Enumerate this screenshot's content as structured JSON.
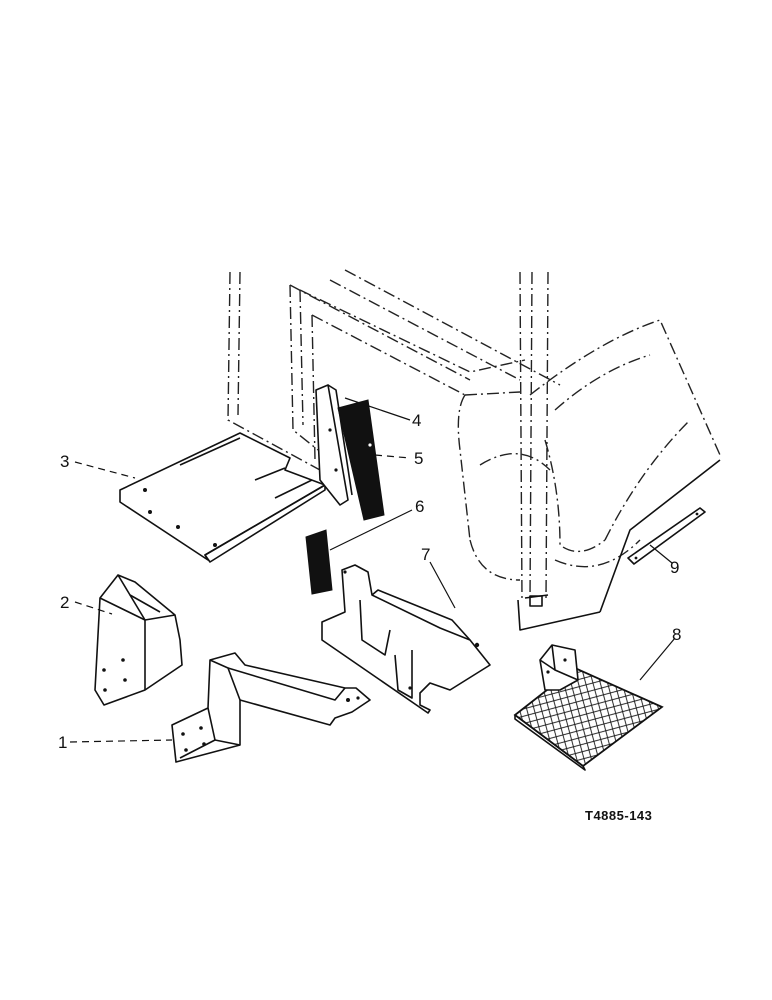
{
  "figure_reference": "T4885-143",
  "callouts": [
    {
      "id": "1",
      "label": "1"
    },
    {
      "id": "2",
      "label": "2"
    },
    {
      "id": "3",
      "label": "3"
    },
    {
      "id": "4",
      "label": "4"
    },
    {
      "id": "5",
      "label": "5"
    },
    {
      "id": "6",
      "label": "6"
    },
    {
      "id": "7",
      "label": "7"
    },
    {
      "id": "8",
      "label": "8"
    },
    {
      "id": "9",
      "label": "9"
    }
  ],
  "colors": {
    "line": "#111111",
    "background": "#ffffff"
  }
}
